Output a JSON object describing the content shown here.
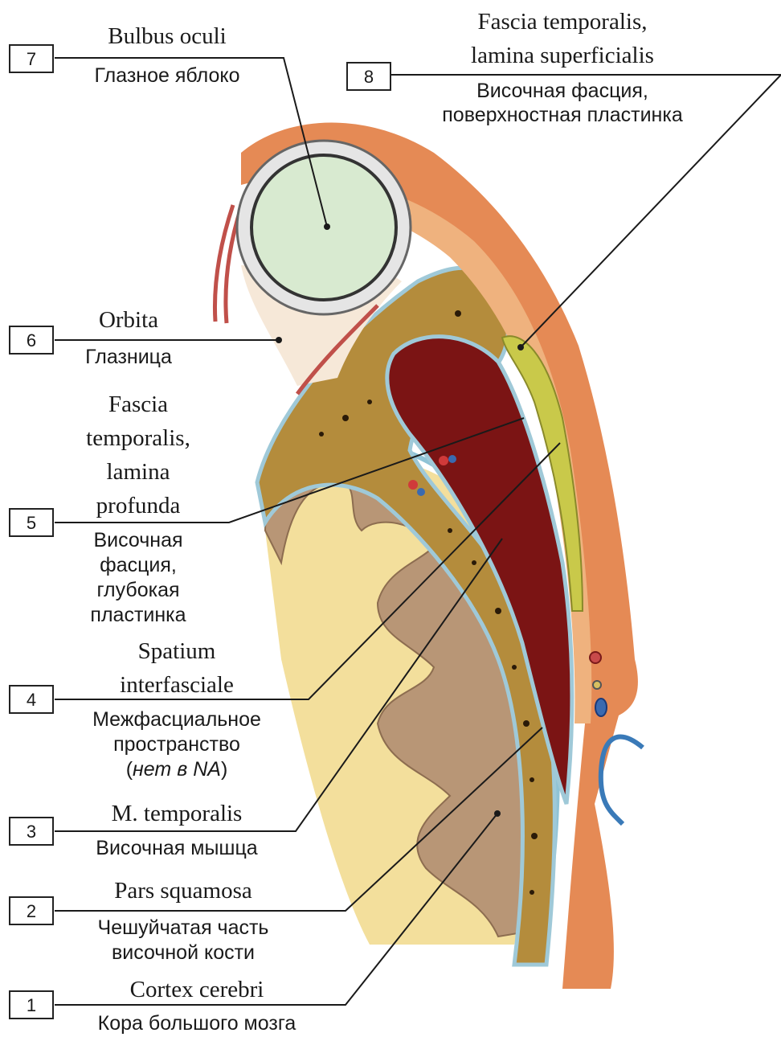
{
  "labels": [
    {
      "num": "1",
      "latin": [
        "Cortex cerebri"
      ],
      "russian": [
        "Кора большого мозга"
      ]
    },
    {
      "num": "2",
      "latin": [
        "Pars squamosa"
      ],
      "russian": [
        "Чешуйчатая часть",
        "височной кости"
      ]
    },
    {
      "num": "3",
      "latin": [
        "M. temporalis"
      ],
      "russian": [
        "Височная мышца"
      ]
    },
    {
      "num": "4",
      "latin": [
        "Spatium",
        "interfasciale"
      ],
      "russian": [
        "Межфасциальное",
        "пространство"
      ],
      "note_open": "(",
      "note_italic": "нет в NA",
      "note_close": ")"
    },
    {
      "num": "5",
      "latin": [
        "Fascia",
        "temporalis,",
        "lamina",
        "profunda"
      ],
      "russian": [
        "Височная",
        "фасция,",
        "глубокая",
        "пластинка"
      ]
    },
    {
      "num": "6",
      "latin": [
        "Orbita"
      ],
      "russian": [
        "Глазница"
      ]
    },
    {
      "num": "7",
      "latin": [
        "Bulbus oculi"
      ],
      "russian": [
        "Глазное яблоко"
      ]
    },
    {
      "num": "8",
      "latin": [
        "Fascia temporalis,",
        "lamina superficialis"
      ],
      "russian": [
        "Височная фасция,",
        "поверхностная пластинка"
      ]
    }
  ],
  "colors": {
    "skin": "#e58a55",
    "subcutis": "#efb27e",
    "bone": "#b48c3c",
    "bone_edge": "#9fc9d8",
    "muscle": "#7b1414",
    "fat": "#c9c94a",
    "cortex": "#b89676",
    "white_matter": "#f3df9c",
    "eye": "#d8ead0",
    "sclera": "#e5e5e5"
  }
}
